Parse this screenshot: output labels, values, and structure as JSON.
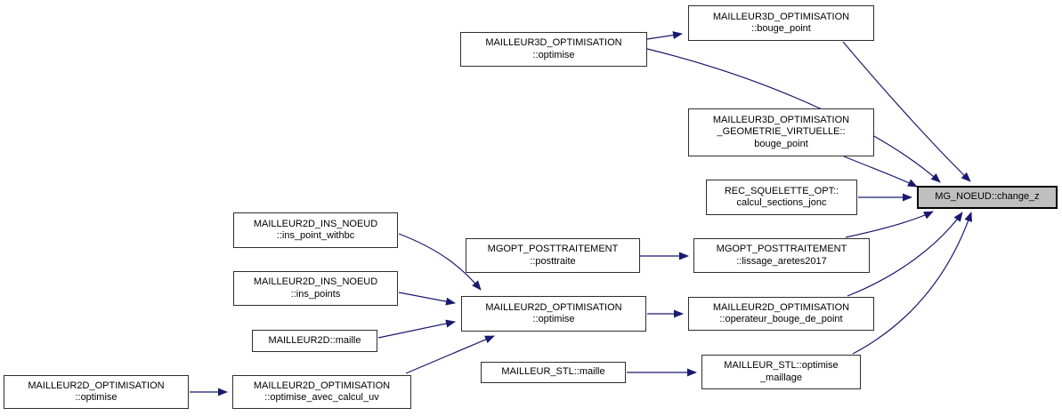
{
  "graph": {
    "type": "doxygen-call-graph",
    "target_function": "MG_NOEUD::change_z",
    "colors": {
      "background": "#ffffff",
      "edge": "#191970",
      "node_fill": "#ffffff",
      "node_border": "#2e2e2e",
      "highlight_fill": "#bfbfbf",
      "highlight_border": "#000000",
      "text": "#000000"
    },
    "nodes": [
      {
        "id": "mailleur3d-optimisation-bouge-point",
        "label": "MAILLEUR3D_OPTIMISATION\n::bouge_point"
      },
      {
        "id": "mailleur3d-optimisation-optimise",
        "label": "MAILLEUR3D_OPTIMISATION\n::optimise"
      },
      {
        "id": "mailleur3d-optimisation-geometrie-virtuelle-bouge-point",
        "label": "MAILLEUR3D_OPTIMISATION\n_GEOMETRIE_VIRTUELLE::\nbouge_point"
      },
      {
        "id": "rec-squelette-opt-calcul-sections-jonc",
        "label": "REC_SQUELETTE_OPT::\ncalcul_sections_jonc"
      },
      {
        "id": "mg-noeud-change-z",
        "label": "MG_NOEUD::change_z",
        "highlighted": true
      },
      {
        "id": "mgopt-posttraitement-posttraite",
        "label": "MGOPT_POSTTRAITEMENT\n::posttraite"
      },
      {
        "id": "mgopt-posttraitement-lissage-aretes2017",
        "label": "MGOPT_POSTTRAITEMENT\n::lissage_aretes2017"
      },
      {
        "id": "mailleur2d-ins-noeud-ins-point-withbc",
        "label": "MAILLEUR2D_INS_NOEUD\n::ins_point_withbc"
      },
      {
        "id": "mailleur2d-ins-noeud-ins-points",
        "label": "MAILLEUR2D_INS_NOEUD\n::ins_points"
      },
      {
        "id": "mailleur2d-optimisation-optimise-mid",
        "label": "MAILLEUR2D_OPTIMISATION\n::optimise"
      },
      {
        "id": "mailleur2d-maille",
        "label": "MAILLEUR2D::maille"
      },
      {
        "id": "mailleur2d-optimisation-operateur-bouge-de-point",
        "label": "MAILLEUR2D_OPTIMISATION\n::operateur_bouge_de_point"
      },
      {
        "id": "mailleur-stl-maille",
        "label": "MAILLEUR_STL::maille"
      },
      {
        "id": "mailleur-stl-optimise-maillage",
        "label": "MAILLEUR_STL::optimise\n_maillage"
      },
      {
        "id": "mailleur2d-optimisation-optimise-bottom",
        "label": "MAILLEUR2D_OPTIMISATION\n::optimise"
      },
      {
        "id": "mailleur2d-optimisation-optimise-avec-calcul-uv",
        "label": "MAILLEUR2D_OPTIMISATION\n::optimise_avec_calcul_uv"
      }
    ],
    "edges": [
      {
        "from": "MAILLEUR3D_OPTIMISATION::optimise",
        "to": "MAILLEUR3D_OPTIMISATION::bouge_point"
      },
      {
        "from": "MAILLEUR3D_OPTIMISATION::bouge_point",
        "to": "MG_NOEUD::change_z"
      },
      {
        "from": "MAILLEUR3D_OPTIMISATION::optimise",
        "to": "MG_NOEUD::change_z"
      },
      {
        "from": "MAILLEUR3D_OPTIMISATION_GEOMETRIE_VIRTUELLE::bouge_point",
        "to": "MG_NOEUD::change_z"
      },
      {
        "from": "REC_SQUELETTE_OPT::calcul_sections_jonc",
        "to": "MG_NOEUD::change_z"
      },
      {
        "from": "MGOPT_POSTTRAITEMENT::posttraite",
        "to": "MGOPT_POSTTRAITEMENT::lissage_aretes2017"
      },
      {
        "from": "MGOPT_POSTTRAITEMENT::lissage_aretes2017",
        "to": "MG_NOEUD::change_z"
      },
      {
        "from": "MAILLEUR2D_INS_NOEUD::ins_point_withbc",
        "to": "MAILLEUR2D_OPTIMISATION::optimise"
      },
      {
        "from": "MAILLEUR2D_INS_NOEUD::ins_points",
        "to": "MAILLEUR2D_OPTIMISATION::optimise"
      },
      {
        "from": "MAILLEUR2D::maille",
        "to": "MAILLEUR2D_OPTIMISATION::optimise"
      },
      {
        "from": "MAILLEUR2D_OPTIMISATION::optimise_avec_calcul_uv",
        "to": "MAILLEUR2D_OPTIMISATION::optimise"
      },
      {
        "from": "MAILLEUR2D_OPTIMISATION::optimise",
        "to": "MAILLEUR2D_OPTIMISATION::operateur_bouge_de_point"
      },
      {
        "from": "MAILLEUR2D_OPTIMISATION::operateur_bouge_de_point",
        "to": "MG_NOEUD::change_z"
      },
      {
        "from": "MAILLEUR_STL::maille",
        "to": "MAILLEUR_STL::optimise_maillage"
      },
      {
        "from": "MAILLEUR_STL::optimise_maillage",
        "to": "MG_NOEUD::change_z"
      },
      {
        "from": "MAILLEUR2D_OPTIMISATION::optimise",
        "to": "MAILLEUR2D_OPTIMISATION::optimise_avec_calcul_uv"
      }
    ]
  }
}
